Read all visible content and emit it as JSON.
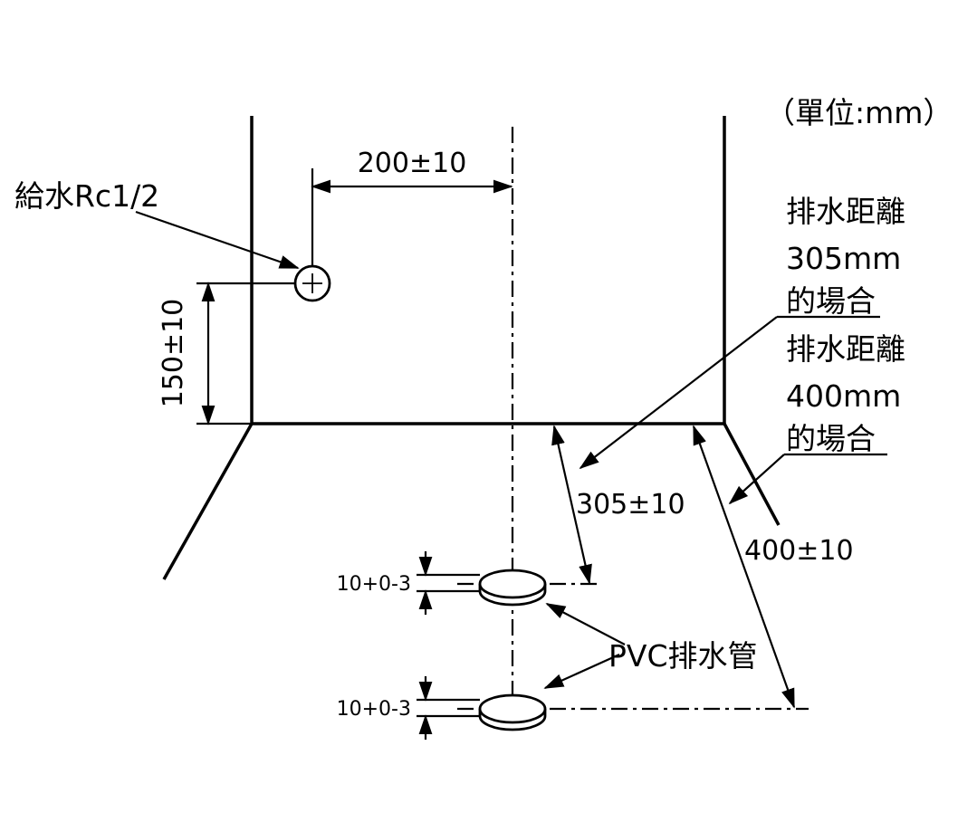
{
  "diagram": {
    "unit_note": "（單位:mm）",
    "water_supply_label": "給水Rc1/2",
    "dim_horizontal": "200±10",
    "dim_vertical": "150±10",
    "dim_drain_305": "305±10",
    "dim_drain_400": "400±10",
    "case_305": {
      "line1": "排水距離",
      "line2": "305mm",
      "line3": "的場合"
    },
    "case_400": {
      "line1": "排水距離",
      "line2": "400mm",
      "line3": "的場合"
    },
    "pipe_height_top": "10+0-3",
    "pipe_height_bottom": "10+0-3",
    "pvc_label": "PVC排水管",
    "colors": {
      "line": "#000000",
      "background": "#ffffff"
    }
  }
}
